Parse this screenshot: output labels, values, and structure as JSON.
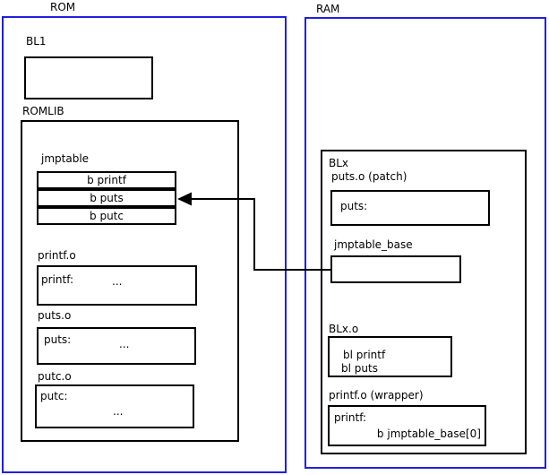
{
  "colors": {
    "frame_blue": "#2020e0",
    "box_black": "#000000",
    "background": "#ffffff",
    "text": "#000000"
  },
  "rom": {
    "label": "ROM",
    "bl1": {
      "label": "BL1"
    },
    "romlib": {
      "label": "ROMLIB",
      "jmptable": {
        "label": "jmptable",
        "entries": [
          "b printf",
          "b puts",
          "b putc"
        ]
      },
      "objects": [
        {
          "label": "printf.o",
          "symbol": "printf:",
          "body": "..."
        },
        {
          "label": "puts.o",
          "symbol": "puts:",
          "body": "..."
        },
        {
          "label": "putc.o",
          "symbol": "putc:",
          "body": "..."
        }
      ]
    }
  },
  "ram": {
    "label": "RAM",
    "blx": {
      "label": "BLx",
      "puts_patch": {
        "label": "puts.o (patch)",
        "symbol": "puts:"
      },
      "jmptable_base": {
        "label": "jmptable_base"
      },
      "blx_o": {
        "label": "BLx.o",
        "lines": [
          "bl printf",
          "bl puts"
        ]
      },
      "printf_wrapper": {
        "label": "printf.o (wrapper)",
        "symbol": "printf:",
        "body": "b jmptable_base[0]"
      }
    }
  },
  "connection": {
    "from": "jmptable_base",
    "to": "jmptable entry 'b puts'",
    "style": "solid black arrow pointing left"
  }
}
